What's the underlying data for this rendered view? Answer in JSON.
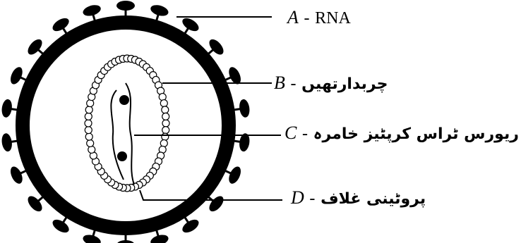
{
  "diagram": {
    "labels": [
      {
        "letter": "A",
        "separator": "-",
        "text": "RNA",
        "lang": "en"
      },
      {
        "letter": "B",
        "separator": "-",
        "text": "چربدارتھیں",
        "lang": "ur"
      },
      {
        "letter": "C",
        "separator": "-",
        "text": "ریورس ٹراس کرپٹیز خامرہ",
        "lang": "ur"
      },
      {
        "letter": "D",
        "separator": "-",
        "text": "پروٹینی غلاف",
        "lang": "ur"
      }
    ]
  }
}
